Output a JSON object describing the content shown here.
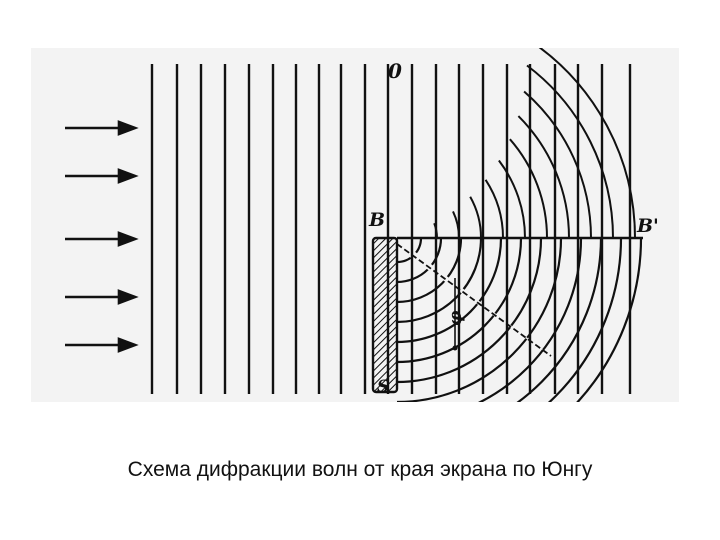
{
  "caption": "Схема дифракции волн от края экрана по Юнгу",
  "labels": {
    "top": "0",
    "edge": "B",
    "edge_prime": "B'",
    "screen": "S",
    "angle": "φ"
  },
  "colors": {
    "background": "#ffffff",
    "panel": "#f3f3f3",
    "ink": "#111111"
  }
}
